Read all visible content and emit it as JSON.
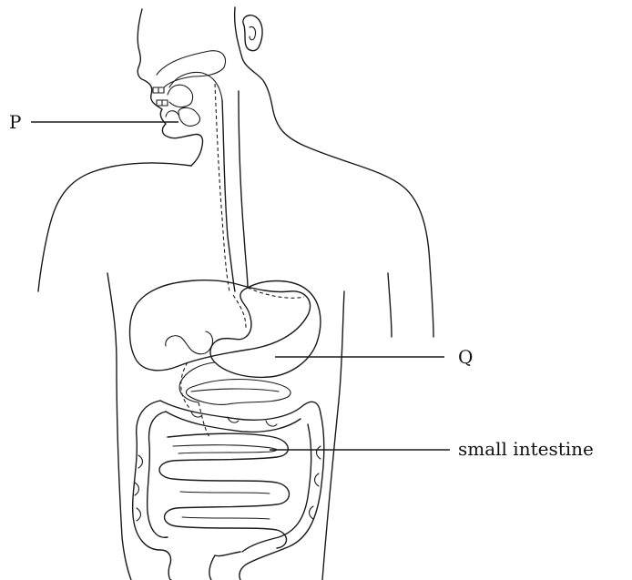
{
  "labels": {
    "p": "P",
    "q": "Q",
    "small_intestine": "small intestine"
  }
}
